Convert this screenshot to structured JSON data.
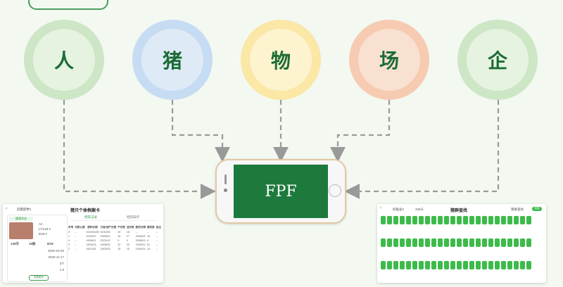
{
  "circles": [
    {
      "label": "人",
      "outer": "#cde6c5",
      "inner": "#e5f3e0"
    },
    {
      "label": "猪",
      "outer": "#c6dcf2",
      "inner": "#dfeaf7"
    },
    {
      "label": "物",
      "outer": "#fbe7a6",
      "inner": "#fdf3cf"
    },
    {
      "label": "场",
      "outer": "#f6cbb2",
      "inner": "#f9e1d2"
    },
    {
      "label": "企",
      "outer": "#cde6c5",
      "inner": "#e5f3e0"
    }
  ],
  "phone": {
    "screen_text": "FPF"
  },
  "left_card": {
    "back_label": "返回",
    "breadcrumb": "后躯配种1",
    "title": "猪只个体档案卡",
    "tab_active": "档案记录",
    "tab_other": "档案操作",
    "badge": "健康状态",
    "id_lines": [
      "A2",
      "LYS18-1",
      "B18-1"
    ],
    "stats": [
      "138天",
      "15胎",
      "8/18"
    ],
    "rows": [
      [
        "2020-10-20"
      ],
      [
        "2020-11-17"
      ],
      [
        "2/7"
      ],
      [
        "1.8"
      ]
    ],
    "table_headers": [
      "序号",
      "与配公猪",
      "配种日期",
      "分娩/流产日期",
      "产仔数",
      "活仔数",
      "断奶日期",
      "断奶数",
      "备注"
    ],
    "table_rows": [
      [
        "3",
        "--",
        "2020/02/26",
        "02/10/26",
        "19",
        "18",
        "--",
        "--",
        "--"
      ],
      [
        "1",
        "--",
        "20/03/07",
        "20/06/01",
        "15",
        "17",
        "20/06/23",
        "15",
        "--"
      ],
      [
        "4",
        "--",
        "19/06/11",
        "22/21/13",
        "9",
        "9",
        "20/06/23",
        "6",
        "--"
      ],
      [
        "3",
        "--",
        "19/04/23",
        "19/08/16",
        "22",
        "22",
        "19/09/12",
        "22",
        "--"
      ],
      [
        "2",
        "--",
        "18/11/30",
        "19/03/23",
        "15",
        "15",
        "19/04/14",
        "15",
        "--"
      ]
    ],
    "footer_button": "查看更多"
  },
  "right_card": {
    "back_label": "返回",
    "breadcrumb": "妊娠舍2",
    "count": "336头",
    "title": "猪群查找",
    "filter_label": "猪群查找",
    "toggle_label": "全部"
  }
}
